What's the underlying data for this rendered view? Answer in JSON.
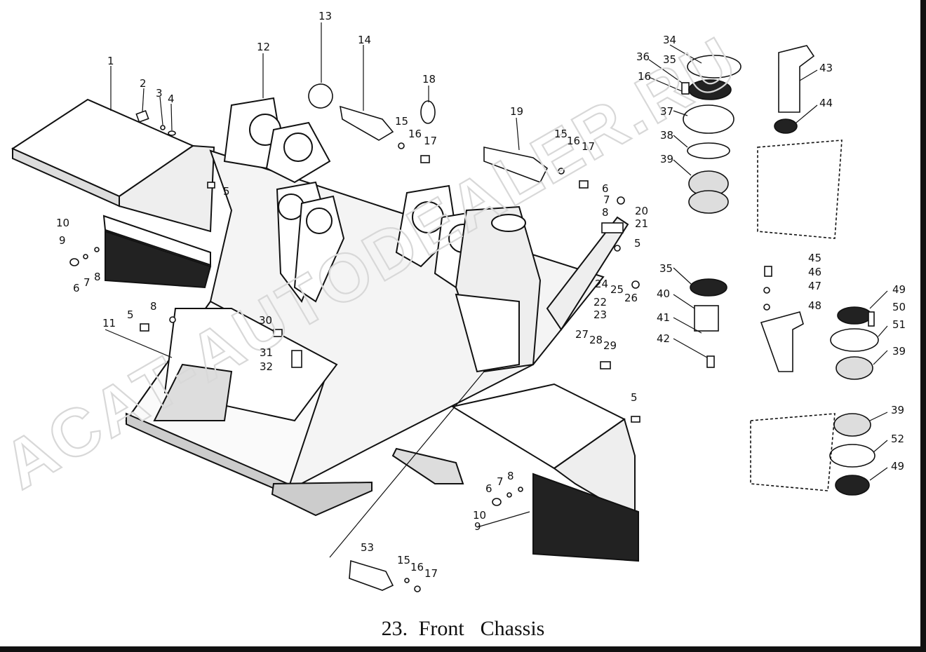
{
  "caption": {
    "number": "23.",
    "title": "Front  Chassis"
  },
  "watermarks": [
    "ACAT-AUTODEALER.RU"
  ],
  "callouts": [
    {
      "id": "c-1",
      "label": "1"
    },
    {
      "id": "c-2",
      "label": "2"
    },
    {
      "id": "c-3",
      "label": "3"
    },
    {
      "id": "c-4",
      "label": "4"
    },
    {
      "id": "c-5a",
      "label": "5"
    },
    {
      "id": "c-6a",
      "label": "6"
    },
    {
      "id": "c-7a",
      "label": "7"
    },
    {
      "id": "c-8a",
      "label": "8"
    },
    {
      "id": "c-9a",
      "label": "9"
    },
    {
      "id": "c-10a",
      "label": "10"
    },
    {
      "id": "c-11",
      "label": "11"
    },
    {
      "id": "c-12",
      "label": "12"
    },
    {
      "id": "c-13",
      "label": "13"
    },
    {
      "id": "c-14",
      "label": "14"
    },
    {
      "id": "c-15a",
      "label": "15"
    },
    {
      "id": "c-16a",
      "label": "16"
    },
    {
      "id": "c-17a",
      "label": "17"
    },
    {
      "id": "c-18",
      "label": "18"
    },
    {
      "id": "c-19",
      "label": "19"
    },
    {
      "id": "c-15b",
      "label": "15"
    },
    {
      "id": "c-16b",
      "label": "16"
    },
    {
      "id": "c-17b",
      "label": "17"
    },
    {
      "id": "c-6b",
      "label": "6"
    },
    {
      "id": "c-7b",
      "label": "7"
    },
    {
      "id": "c-8b",
      "label": "8"
    },
    {
      "id": "c-20",
      "label": "20"
    },
    {
      "id": "c-21",
      "label": "21"
    },
    {
      "id": "c-5b",
      "label": "5"
    },
    {
      "id": "c-24",
      "label": "24"
    },
    {
      "id": "c-25",
      "label": "25"
    },
    {
      "id": "c-26",
      "label": "26"
    },
    {
      "id": "c-22",
      "label": "22"
    },
    {
      "id": "c-23",
      "label": "23"
    },
    {
      "id": "c-5c",
      "label": "5"
    },
    {
      "id": "c-8c",
      "label": "8"
    },
    {
      "id": "c-30",
      "label": "30"
    },
    {
      "id": "c-31",
      "label": "31"
    },
    {
      "id": "c-32",
      "label": "32"
    },
    {
      "id": "c-27",
      "label": "27"
    },
    {
      "id": "c-28",
      "label": "28"
    },
    {
      "id": "c-29",
      "label": "29"
    },
    {
      "id": "c-5d",
      "label": "5"
    },
    {
      "id": "c-6c",
      "label": "6"
    },
    {
      "id": "c-7c",
      "label": "7"
    },
    {
      "id": "c-8d",
      "label": "8"
    },
    {
      "id": "c-10b",
      "label": "10"
    },
    {
      "id": "c-9b",
      "label": "9"
    },
    {
      "id": "c-53",
      "label": "53"
    },
    {
      "id": "c-15c",
      "label": "15"
    },
    {
      "id": "c-16c",
      "label": "16"
    },
    {
      "id": "c-17c",
      "label": "17"
    },
    {
      "id": "c-34",
      "label": "34"
    },
    {
      "id": "c-36",
      "label": "36"
    },
    {
      "id": "c-35a",
      "label": "35"
    },
    {
      "id": "c-16d",
      "label": "16"
    },
    {
      "id": "c-37",
      "label": "37"
    },
    {
      "id": "c-38",
      "label": "38"
    },
    {
      "id": "c-39a",
      "label": "39"
    },
    {
      "id": "c-43",
      "label": "43"
    },
    {
      "id": "c-44",
      "label": "44"
    },
    {
      "id": "c-35b",
      "label": "35"
    },
    {
      "id": "c-40",
      "label": "40"
    },
    {
      "id": "c-41",
      "label": "41"
    },
    {
      "id": "c-42",
      "label": "42"
    },
    {
      "id": "c-45",
      "label": "45"
    },
    {
      "id": "c-46",
      "label": "46"
    },
    {
      "id": "c-47",
      "label": "47"
    },
    {
      "id": "c-48",
      "label": "48"
    },
    {
      "id": "c-49a",
      "label": "49"
    },
    {
      "id": "c-50",
      "label": "50"
    },
    {
      "id": "c-51",
      "label": "51"
    },
    {
      "id": "c-39b",
      "label": "39"
    },
    {
      "id": "c-39c",
      "label": "39"
    },
    {
      "id": "c-52",
      "label": "52"
    },
    {
      "id": "c-49b",
      "label": "49"
    }
  ]
}
